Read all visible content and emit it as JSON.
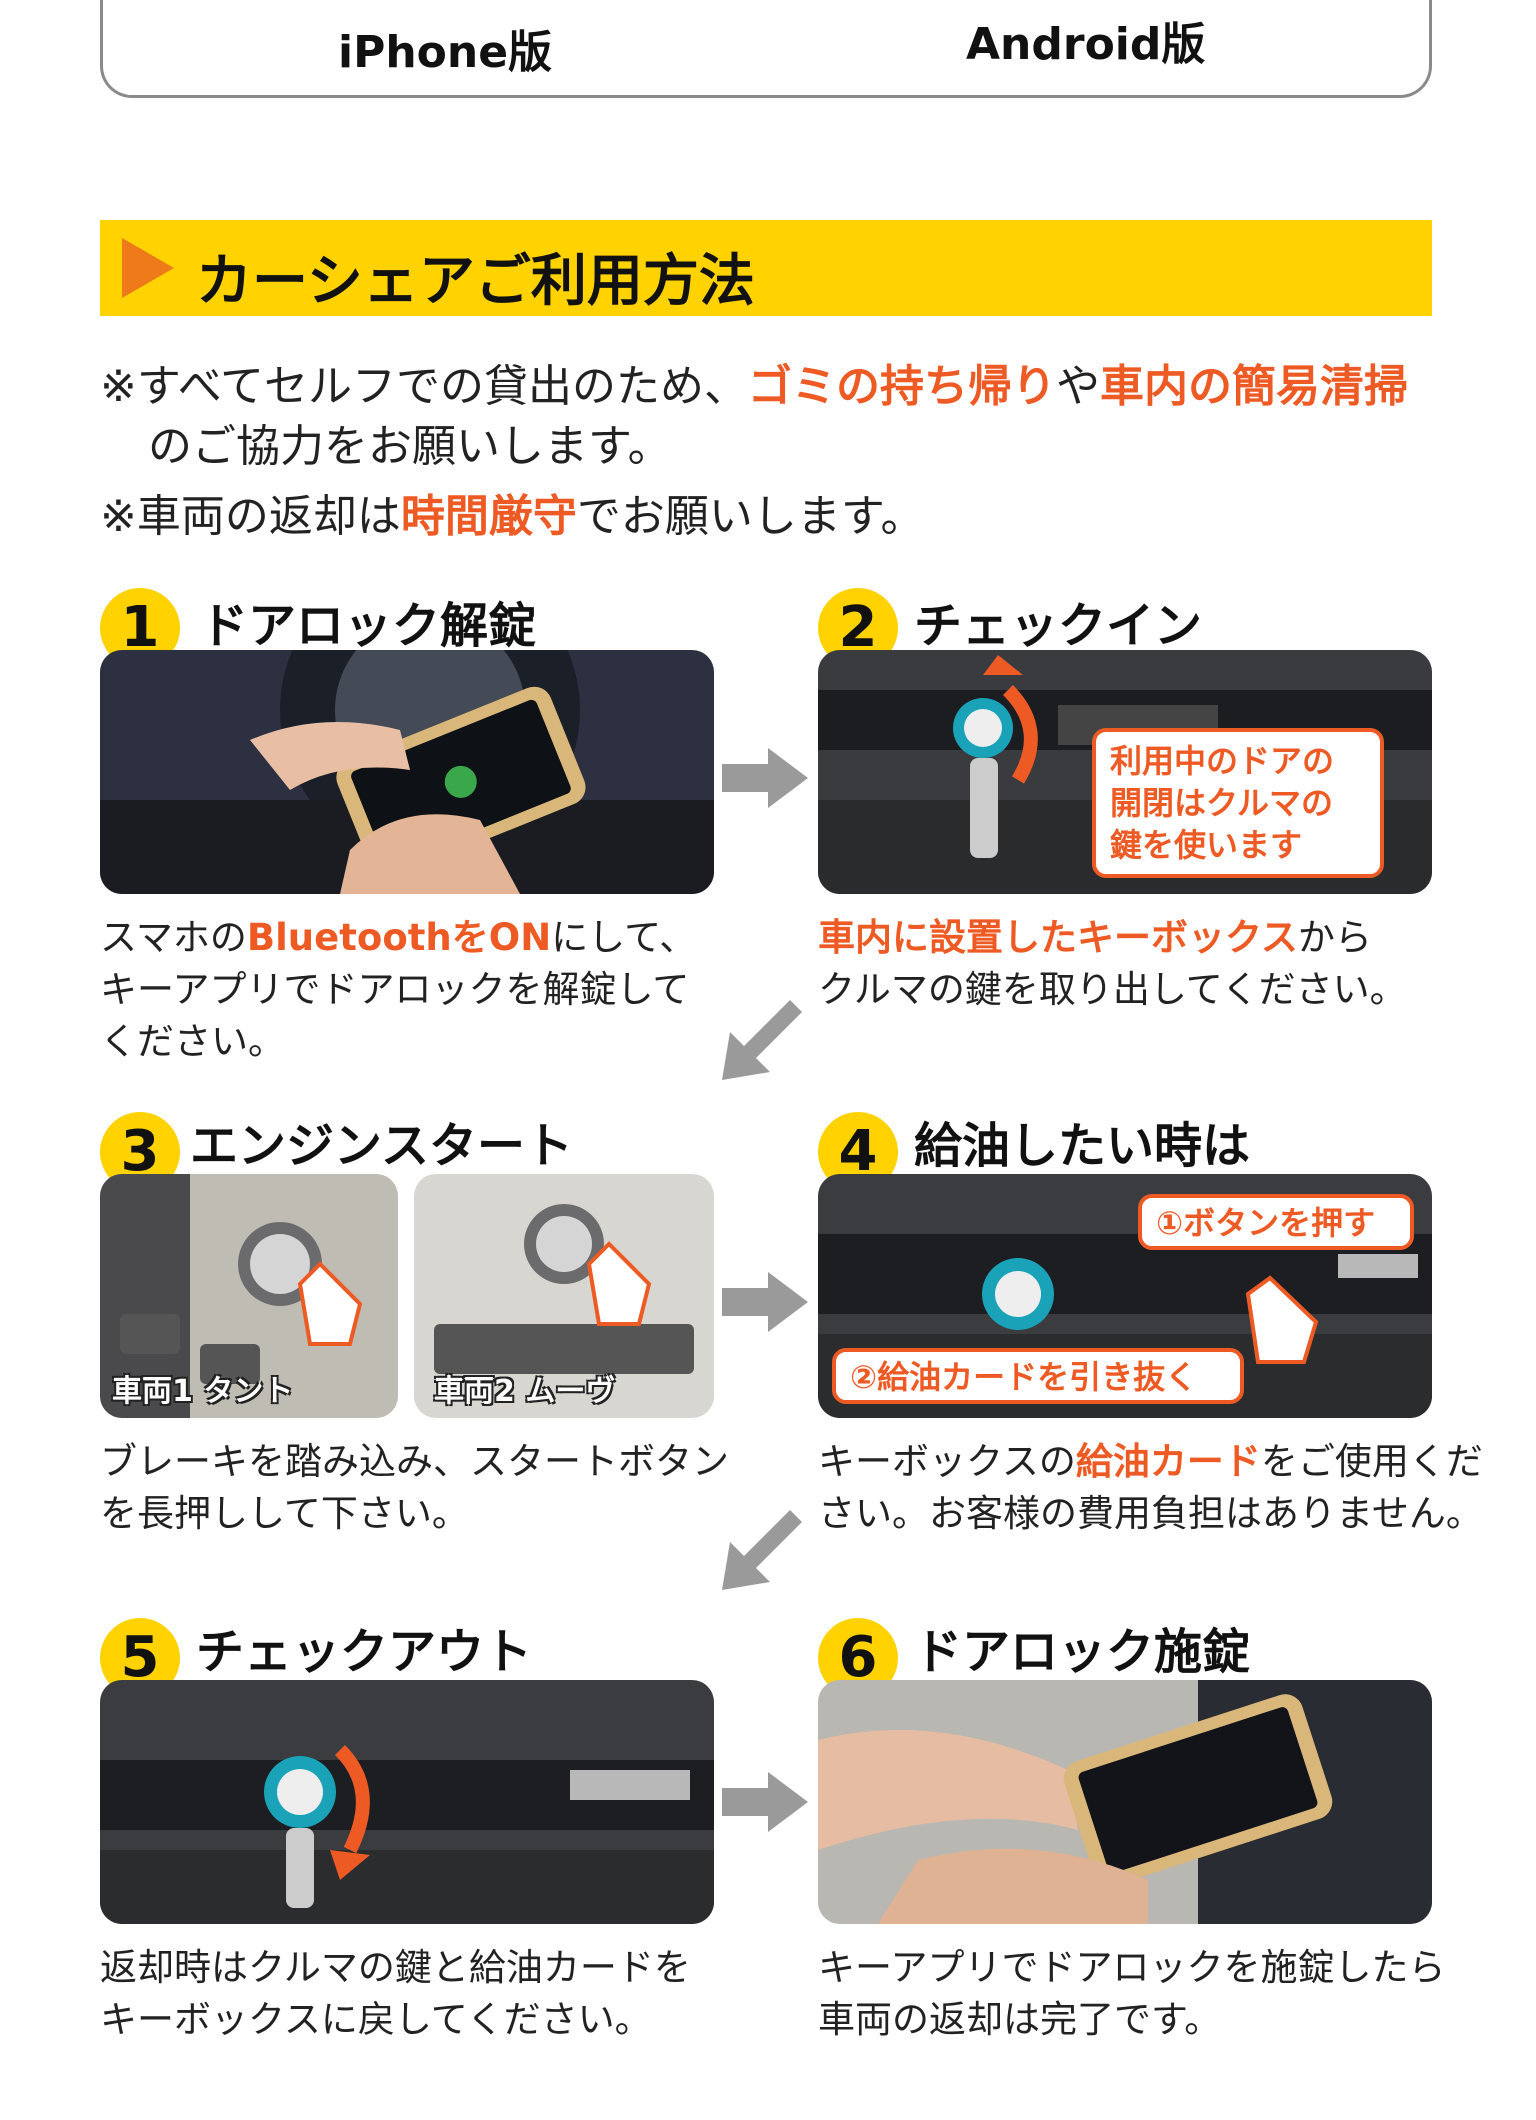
{
  "store_buttons": {
    "iphone": "iPhone版",
    "android": "Android版"
  },
  "section": {
    "title": "カーシェアご利用方法"
  },
  "notes": {
    "n1": {
      "pre": "※すべてセルフでの貸出のため、",
      "hl1": "ゴミの持ち帰り",
      "mid": "や",
      "hl2": "車内の簡易清掃",
      "line2": "のご協力をお願いします。"
    },
    "n2": {
      "pre": "※車両の返却は",
      "hl": "時間厳守",
      "post": "でお願いします。"
    }
  },
  "steps": {
    "s1": {
      "num": "1",
      "title": "ドアロック解錠",
      "d1_pre": "スマホの",
      "d1_hl": "BluetoothをON",
      "d1_post": "にして、",
      "d2": "キーアプリでドアロックを解錠して",
      "d3": "ください。"
    },
    "s2": {
      "num": "2",
      "title": "チェックイン",
      "callout": [
        "利用中のドアの",
        "開閉はクルマの",
        "鍵を使います"
      ],
      "d1_hl": "車内に設置したキーボックス",
      "d1_post": "から",
      "d2": "クルマの鍵を取り出してください。"
    },
    "s3": {
      "num": "3",
      "title": "エンジンスタート",
      "label_left": "車両1 タント",
      "label_right": "車両2 ムーヴ",
      "d1": "ブレーキを踏み込み、スタートボタン",
      "d2": "を長押しして下さい。"
    },
    "s4": {
      "num": "4",
      "title": "給油したい時は",
      "callout1": "①ボタンを押す",
      "callout2": "②給油カードを引き抜く",
      "d1_pre": "キーボックスの",
      "d1_hl": "給油カード",
      "d1_post": "をご使用くだ",
      "d2": "さい。お客様の費用負担はありません。"
    },
    "s5": {
      "num": "5",
      "title": "チェックアウト",
      "d1": "返却時はクルマの鍵と給油カードを",
      "d2": "キーボックスに戻してください。"
    },
    "s6": {
      "num": "6",
      "title": "ドアロック施錠",
      "d1": "キーアプリでドアロックを施錠したら",
      "d2": "車両の返却は完了です。"
    }
  },
  "colors": {
    "accent_yellow": "#ffd200",
    "accent_orange": "#ee5a24",
    "arrow_gray": "#9a9a9a"
  }
}
